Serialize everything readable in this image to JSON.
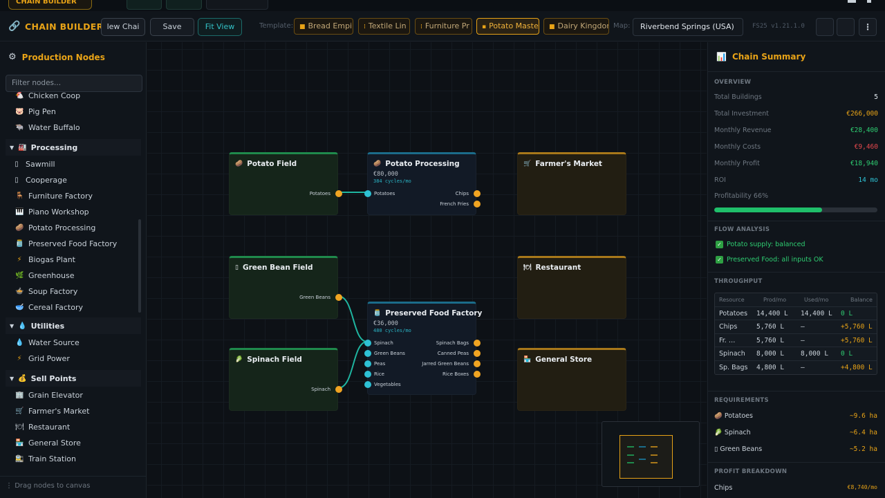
{
  "window": {
    "top_tab_label": "CHAIN BUILDER"
  },
  "header": {
    "app_title": "CHAIN BUILDER",
    "new_chain_label": "lew Chai",
    "save_label": "Save",
    "fit_view_label": "Fit View",
    "template_label": "Template:",
    "templates": [
      {
        "label": "Bread Empir",
        "icon": "bread-icon"
      },
      {
        "label": "Textile Lin",
        "icon": "textile-icon"
      },
      {
        "label": "Furniture Pr",
        "icon": "furniture-icon"
      },
      {
        "label": "Potato Maste",
        "icon": "potato-icon",
        "active": true
      },
      {
        "label": "Dairy Kingdor",
        "icon": "dairy-icon"
      }
    ],
    "map_label": "Map:",
    "map_value": "Riverbend Springs (USA)",
    "version": "FS25  v1.21.1.0"
  },
  "sidebar": {
    "title": "Production Nodes",
    "filter_placeholder": "Filter nodes...",
    "animals": [
      "Chicken Coop",
      "Pig Pen",
      "Water Buffalo"
    ],
    "processing_label": "Processing",
    "processing": [
      "Sawmill",
      "Cooperage",
      "Furniture Factory",
      "Piano Workshop",
      "Potato Processing",
      "Preserved Food Factory",
      "Biogas Plant",
      "Greenhouse",
      "Soup Factory",
      "Cereal Factory"
    ],
    "utilities_label": "Utilities",
    "utilities": [
      "Water Source",
      "Grid Power"
    ],
    "sellpoints_label": "Sell Points",
    "sellpoints": [
      "Grain Elevator",
      "Farmer's Market",
      "Restaurant",
      "General Store",
      "Train Station"
    ],
    "footer": "Drag nodes to canvas"
  },
  "canvas": {
    "potato_field": {
      "title": "Potato Field",
      "out": "Potatoes"
    },
    "potato_processing": {
      "title": "Potato Processing",
      "cost": "€80,000",
      "cycles": "384 cycles/mo",
      "in": "Potatoes",
      "out1": "Chips",
      "out2": "French Fries"
    },
    "farmers_market": {
      "title": "Farmer's Market"
    },
    "green_bean_field": {
      "title": "Green Bean Field",
      "out": "Green Beans"
    },
    "restaurant": {
      "title": "Restaurant"
    },
    "preserved_food": {
      "title": "Preserved Food Factory",
      "cost": "€36,000",
      "cycles": "480 cycles/mo",
      "in1": "Spinach",
      "in2": "Green Beans",
      "in3": "Peas",
      "in4": "Rice",
      "in5": "Vegetables",
      "out1": "Spinach Bags",
      "out2": "Canned Peas",
      "out3": "Jarred Green Beans",
      "out4": "Rice Boxes"
    },
    "spinach_field": {
      "title": "Spinach Field",
      "out": "Spinach"
    },
    "general_store": {
      "title": "General Store"
    }
  },
  "summary": {
    "title": "Chain Summary",
    "overview_label": "OVERVIEW",
    "total_buildings_label": "Total Buildings",
    "total_buildings": "5",
    "total_investment_label": "Total Investment",
    "total_investment": "€266,000",
    "monthly_revenue_label": "Monthly Revenue",
    "monthly_revenue": "€28,400",
    "monthly_costs_label": "Monthly Costs",
    "monthly_costs": "€9,460",
    "monthly_profit_label": "Monthly Profit",
    "monthly_profit": "€18,940",
    "roi_label": "ROI",
    "roi": "14 mo",
    "profitability_label": "Profitability 66%",
    "profitability": 0.66,
    "flow_label": "FLOW ANALYSIS",
    "flow1": "Potato supply: balanced",
    "flow2": "Preserved Food: all inputs OK",
    "throughput_label": "THROUGHPUT",
    "throughput_headers": [
      "Resource",
      "Prod/mo",
      "Used/mo",
      "Balance"
    ],
    "throughput_rows": [
      [
        "Potatoes",
        "14,400 L",
        "14,400 L",
        "0 L"
      ],
      [
        "Chips",
        "5,760 L",
        "—",
        "+5,760 L"
      ],
      [
        "Fr. …",
        "5,760 L",
        "—",
        "+5,760 L"
      ],
      [
        "Spinach",
        "8,000 L",
        "8,000 L",
        "0 L"
      ],
      [
        "Sp. Bags",
        "4,800 L",
        "—",
        "+4,800 L"
      ]
    ],
    "requirements_label": "REQUIREMENTS",
    "req_potatoes_label": "Potatoes",
    "req_potatoes": "~9.6 ha",
    "req_spinach_label": "Spinach",
    "req_spinach": "~6.4 ha",
    "req_greenbeans_label": "Green Beans",
    "req_greenbeans": "~5.2 ha",
    "profit_label": "PROFIT BREAKDOWN",
    "profit_chips_label": "Chips",
    "profit_chips": "€8,740/mo"
  },
  "colors": {
    "accent": "#e8a317",
    "teal": "#2ec1d4",
    "green": "#1fbf6a",
    "red": "#e5484d"
  }
}
